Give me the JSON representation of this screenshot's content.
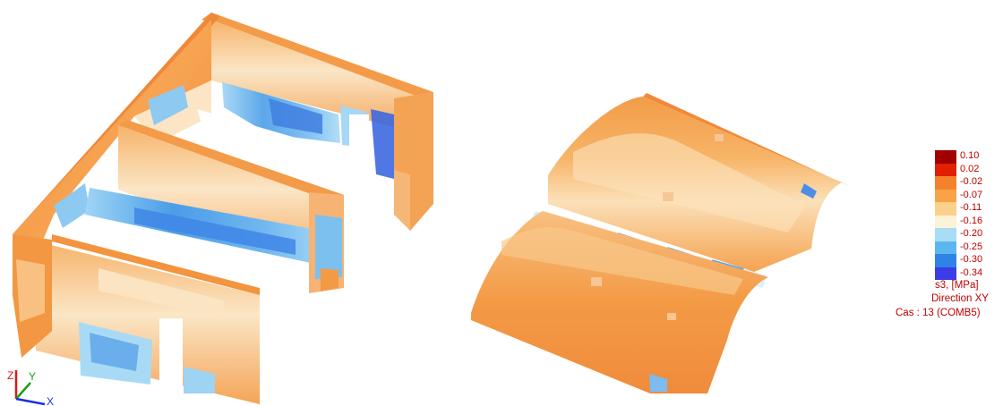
{
  "legend": {
    "entries": [
      {
        "label": "0.10",
        "color": "#a00000"
      },
      {
        "label": "0.02",
        "color": "#e02000"
      },
      {
        "label": "-0.02",
        "color": "#f4822c"
      },
      {
        "label": "-0.07",
        "color": "#f8a347"
      },
      {
        "label": "-0.11",
        "color": "#fbd08a"
      },
      {
        "label": "-0.16",
        "color": "#fbf3d8"
      },
      {
        "label": "-0.20",
        "color": "#a9dcf5"
      },
      {
        "label": "-0.25",
        "color": "#5cb7f0"
      },
      {
        "label": "-0.30",
        "color": "#2f82e6"
      },
      {
        "label": "-0.34",
        "color": "#3c3ce8"
      }
    ],
    "quantity": "s3, [MPa]",
    "direction": "Direction XY",
    "case": "Cas : 13 (COMB5)"
  },
  "axes": {
    "z": "Z",
    "y": "Y",
    "x": "X"
  }
}
